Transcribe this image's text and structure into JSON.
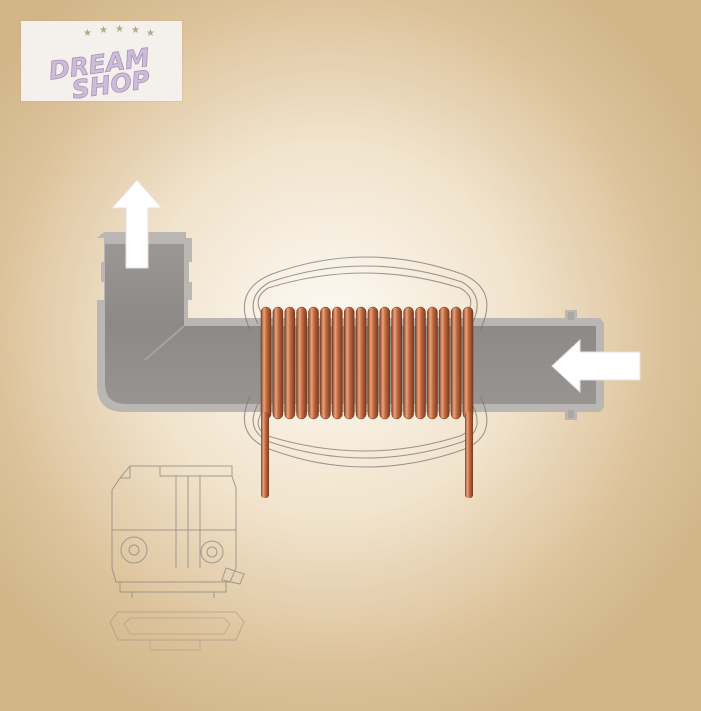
{
  "logo": {
    "line1": "DREAM",
    "line2": "SHOP",
    "star_count": 5,
    "text_color": "#c9b6d6",
    "star_color": "#b3a98f"
  },
  "colors": {
    "pipe_fill": "#8f8c89",
    "pipe_outline": "#b8b5b2",
    "copper_light": "#e9a47e",
    "copper_mid": "#c46a41",
    "copper_dark": "#8a4424",
    "arrow_fill": "#ffffff",
    "field_lines": "#7a7672"
  },
  "icons": {
    "outlet_arrow": "arrow-up-icon",
    "inlet_arrow": "arrow-left-icon",
    "device": "water-heater-unit-icon"
  }
}
